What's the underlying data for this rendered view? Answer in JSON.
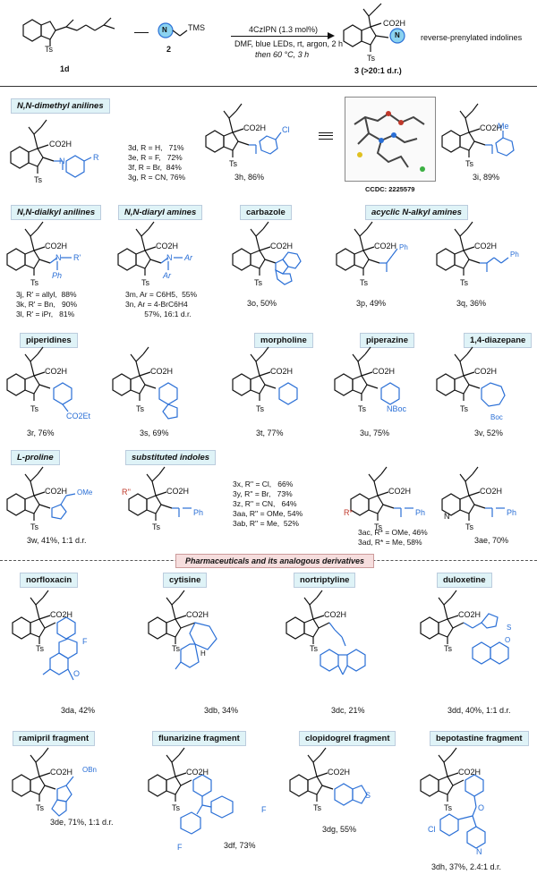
{
  "header": {
    "substrate_label": "1d",
    "reagent_number": "2",
    "reagent_tms": "TMS",
    "reagent_n": "N",
    "conditions_line1": "4CzIPN (1.3 mol%)",
    "conditions_line2": "DMF, blue LEDs, rt, argon, 2 h",
    "conditions_line3": "then 60 °C, 3 h",
    "product_label": "3 (>20:1 d.r.)",
    "product_desc": "reverse-prenylated indolines"
  },
  "common_atoms": {
    "ts": "Ts",
    "n": "N",
    "co2h": "CO2H",
    "o": "O"
  },
  "categories": {
    "nn_dimethyl": "N,N-dimethyl anilines",
    "nn_dialkyl": "N,N-dialkyl anilines",
    "nn_diaryl": "N,N-diaryl amines",
    "carbazole": "carbazole",
    "acyclic": "acyclic N-alkyl amines",
    "piperidines": "piperidines",
    "morpholine": "morpholine",
    "piperazine": "piperazine",
    "diazepane": "1,4-diazepane",
    "proline": "L-proline",
    "indoles": "substituted indoles",
    "pharma": "Pharmaceuticals and its analogous derivatives",
    "norfloxacin": "norfloxacin",
    "cytisine": "cytisine",
    "nortriptyline": "nortriptyline",
    "duloxetine": "duloxetine",
    "ramipril": "ramipril fragment",
    "flunarizine": "flunarizine fragment",
    "clopidogrel": "clopidogrel fragment",
    "bepotastine": "bepotastine fragment"
  },
  "notes": {
    "n3dg": "3d, R = H,   71%\n3e, R = F,   72%\n3f, R = Br,  84%\n3g, R = CN, 76%",
    "n3jl": "3j, R' = allyl,  88%\n3k, R' = Bn,   90%\n3l, R' = iPr,   81%",
    "n3mn": "3m, Ar = C6H5,  55%\n3n, Ar = 4-BrC6H4\n         57%, 16:1 d.r.",
    "n3xab": "3x, R'' = Cl,   66%\n3y, R'' = Br,   73%\n3z, R'' = CN,   64%\n3aa, R'' = OMe, 54%\n3ab, R'' = Me,  52%",
    "n3acad": "3ac, R* = OMe, 46%\n3ad, R* = Me, 58%"
  },
  "labels": {
    "l3h": "3h, 86%",
    "ccdc": "CCDC: 2225579",
    "l3i": "3i, 89%",
    "l3o": "3o, 50%",
    "l3p": "3p, 49%",
    "l3q": "3q, 36%",
    "l3r": "3r, 76%",
    "l3s": "3s, 69%",
    "l3t": "3t, 77%",
    "l3u": "3u, 75%",
    "l3v": "3v, 52%",
    "l3w": "3w, 41%, 1:1 d.r.",
    "l3ae": "3ae, 70%",
    "l3da": "3da, 42%",
    "l3db": "3db, 34%",
    "l3dc": "3dc, 21%",
    "l3dd": "3dd, 40%, 1:1 d.r.",
    "l3de": "3de, 71%, 1:1 d.r.",
    "l3df": "3df, 73%",
    "l3dg": "3dg, 55%",
    "l3dh": "3dh, 37%, 2.4:1 d.r."
  },
  "substituents": {
    "r": "R",
    "rprime": "R'",
    "ph": "Ph",
    "ar": "Ar",
    "cl": "Cl",
    "me": "Me",
    "co2et": "CO2Et",
    "nboc": "NBoc",
    "boc": "Boc",
    "ome": "OMe",
    "rdbl": "R''",
    "rstar": "R*",
    "f": "F",
    "obn": "OBn",
    "n": "N",
    "s": "S",
    "h": "H"
  },
  "colors": {
    "accent_blue": "#2a6fd6",
    "tag_bg": "#dff3f7",
    "banner_bg": "#f6dede",
    "star_red": "#c0392b"
  }
}
